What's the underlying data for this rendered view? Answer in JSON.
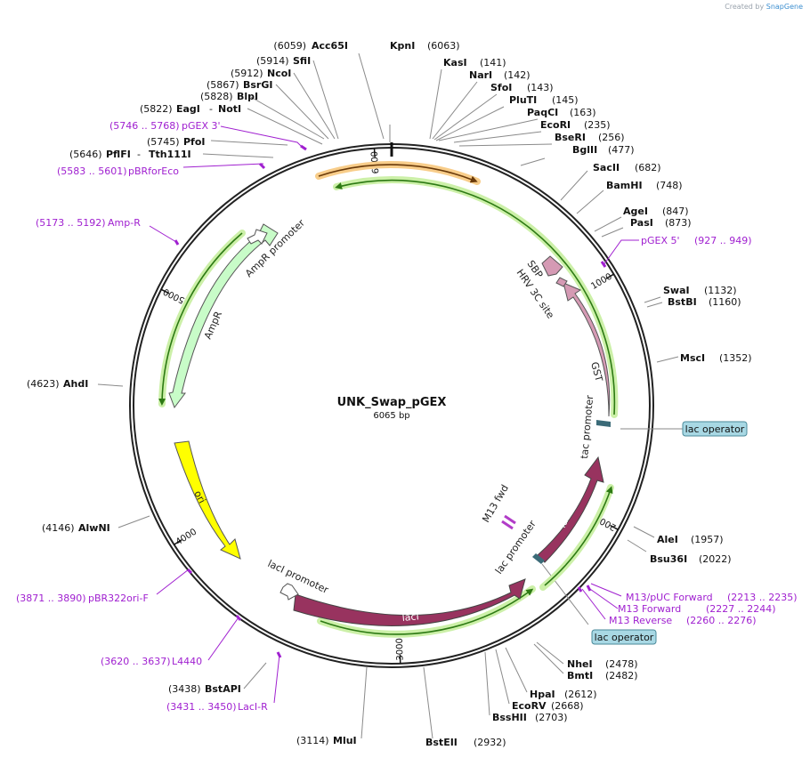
{
  "credit": {
    "prefix": "Created by",
    "brand": "SnapGene"
  },
  "map": {
    "name": "UNK_Swap_pGEX",
    "size_label": "6065 bp",
    "length": 6065
  },
  "ticks": [
    {
      "pos": 1000,
      "label": "1000"
    },
    {
      "pos": 2000,
      "label": "2000"
    },
    {
      "pos": 3000,
      "label": "3000"
    },
    {
      "pos": 4000,
      "label": "4000"
    },
    {
      "pos": 5000,
      "label": "5000"
    },
    {
      "pos": 6000,
      "label": "6000"
    }
  ],
  "sites": [
    {
      "pos": "(6063)",
      "name": "KpnI"
    },
    {
      "pos": "(6059)",
      "name": "Acc65I"
    },
    {
      "pos": "(141)",
      "name": "KasI"
    },
    {
      "pos": "(142)",
      "name": "NarI"
    },
    {
      "pos": "(143)",
      "name": "SfoI"
    },
    {
      "pos": "(145)",
      "name": "PluTI"
    },
    {
      "pos": "(163)",
      "name": "PaqCI"
    },
    {
      "pos": "(235)",
      "name": "EcoRI"
    },
    {
      "pos": "(256)",
      "name": "BseRI"
    },
    {
      "pos": "(477)",
      "name": "BglII"
    },
    {
      "pos": "(682)",
      "name": "SacII"
    },
    {
      "pos": "(748)",
      "name": "BamHI"
    },
    {
      "pos": "(847)",
      "name": "AgeI"
    },
    {
      "pos": "(873)",
      "name": "PasI"
    },
    {
      "pos": "(1132)",
      "name": "SwaI"
    },
    {
      "pos": "(1160)",
      "name": "BstBI"
    },
    {
      "pos": "(1352)",
      "name": "MscI"
    },
    {
      "pos": "(1957)",
      "name": "AleI"
    },
    {
      "pos": "(2022)",
      "name": "Bsu36I"
    },
    {
      "pos": "(2478)",
      "name": "NheI"
    },
    {
      "pos": "(2482)",
      "name": "BmtI"
    },
    {
      "pos": "(2612)",
      "name": "HpaI"
    },
    {
      "pos": "(2668)",
      "name": "EcoRV"
    },
    {
      "pos": "(2703)",
      "name": "BssHII"
    },
    {
      "pos": "(2932)",
      "name": "BstEII"
    },
    {
      "pos": "(3114)",
      "name": "MluI"
    },
    {
      "pos": "(3438)",
      "name": "BstAPI"
    },
    {
      "pos": "(4146)",
      "name": "AlwNI"
    },
    {
      "pos": "(4623)",
      "name": "AhdI"
    },
    {
      "pos": "(5646)",
      "name": "PflFI",
      "extra": "Tth111I"
    },
    {
      "pos": "(5745)",
      "name": "PfoI"
    },
    {
      "pos": "(5822)",
      "name": "EagI",
      "extra": "NotI"
    },
    {
      "pos": "(5828)",
      "name": "BlpI"
    },
    {
      "pos": "(5867)",
      "name": "BsrGI"
    },
    {
      "pos": "(5912)",
      "name": "NcoI"
    },
    {
      "pos": "(5914)",
      "name": "SfiI"
    }
  ],
  "primers": [
    {
      "range": "(927 .. 949)",
      "name": "pGEX 5'"
    },
    {
      "range": "(2213 .. 2235)",
      "name": "M13/pUC Forward"
    },
    {
      "range": "(2227 .. 2244)",
      "name": "M13 Forward"
    },
    {
      "range": "(2260 .. 2276)",
      "name": "M13 Reverse"
    },
    {
      "range": "(3431 .. 3450)",
      "name": "LacI-R"
    },
    {
      "range": "(3620 .. 3637)",
      "name": "L4440"
    },
    {
      "range": "(3871 .. 3890)",
      "name": "pBR322ori-F"
    },
    {
      "range": "(5173 .. 5192)",
      "name": "Amp-R"
    },
    {
      "range": "(5583 .. 5601)",
      "name": "pBRforEco"
    },
    {
      "range": "(5746 .. 5768)",
      "name": "pGEX 3'"
    }
  ],
  "boxes": [
    {
      "label": "lac operator"
    },
    {
      "label": "lac operator"
    }
  ],
  "features": [
    {
      "label": "GST",
      "color": "#d59ab4"
    },
    {
      "label": "SBP",
      "color": "#d59ab4"
    },
    {
      "label": "HRV 3C site",
      "color": "#d59ab4"
    },
    {
      "label": "tac promoter",
      "color": "#ffffff"
    },
    {
      "label": "lacZα",
      "color": "#98335f"
    },
    {
      "label": "lac promoter",
      "color": "#ffffff"
    },
    {
      "label": "M13 fwd",
      "color": "#b13cc8"
    },
    {
      "label": "lacI",
      "color": "#98335f"
    },
    {
      "label": "lacI promoter",
      "color": "#ffffff"
    },
    {
      "label": "ori",
      "color": "#ffff00"
    },
    {
      "label": "AmpR",
      "color": "#c8fcc8"
    },
    {
      "label": "AmpR promoter",
      "color": "#ffffff"
    }
  ],
  "colors": {
    "enzyme_line": "#8a8a8a",
    "primer": "#a020d0",
    "orf_green": "#3a8a1f",
    "orf_glow": "#ccf0a8",
    "top_orf_glow": "#f8cd8a",
    "box_fill": "#a8d8e4"
  }
}
